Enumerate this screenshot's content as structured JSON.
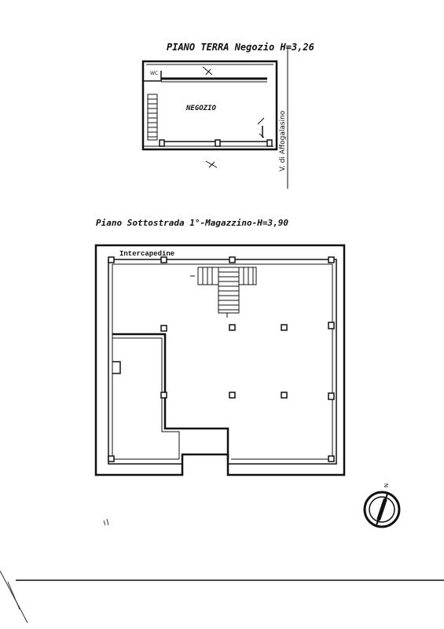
{
  "ground_floor": {
    "title": "PIANO TERRA  Negozio H=3,26",
    "room_label": "NEGOZIO",
    "wc_label": "WC",
    "street_label": "V. di Affogalasino"
  },
  "basement": {
    "title": "Piano Sottostrada 1°-Magazzino-H=3,90",
    "cavity_label": "Intercapedine"
  },
  "compass": {
    "north_label": "N"
  },
  "colors": {
    "ink": "#111111",
    "paper": "#ffffff"
  }
}
